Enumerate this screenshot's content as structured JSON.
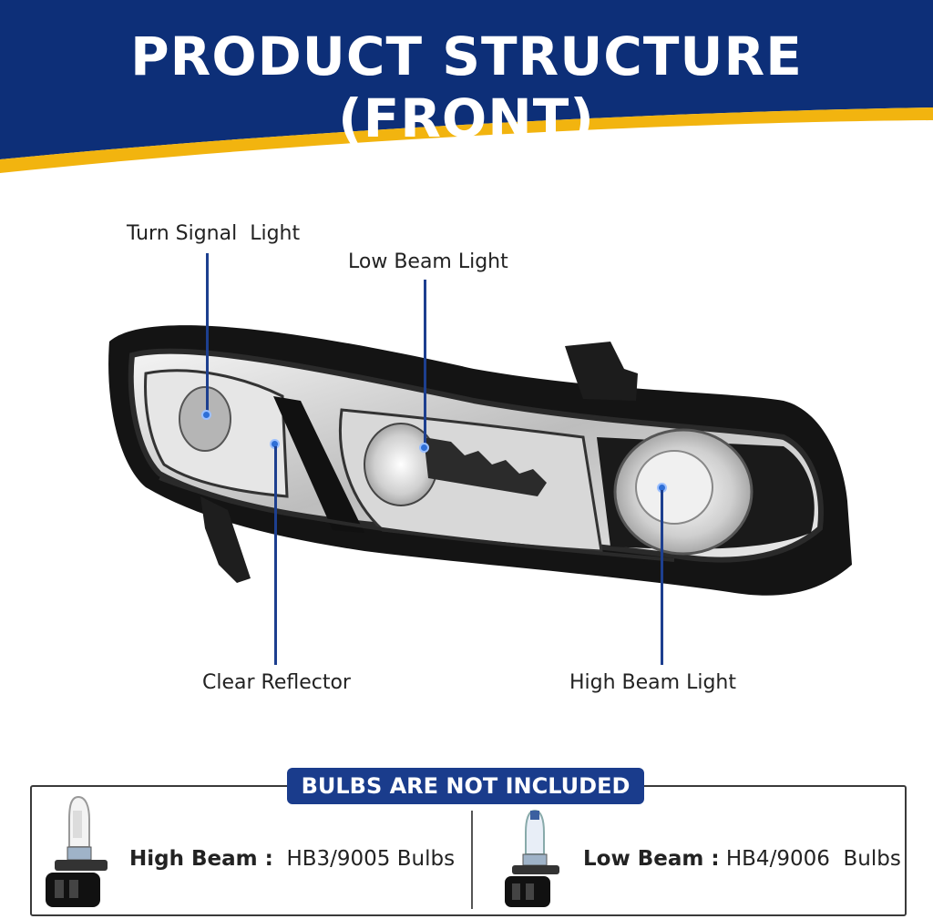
{
  "header": {
    "title": "PRODUCT STRUCTURE (FRONT)",
    "colors": {
      "navy": "#0d2f78",
      "gold": "#f2b40f"
    }
  },
  "callouts": {
    "turn_signal": "Turn Signal  Light",
    "low_beam": "Low Beam Light",
    "clear_reflector": "Clear Reflector",
    "high_beam": "High Beam Light"
  },
  "bulbs": {
    "badge": "BULBS ARE NOT INCLUDED",
    "high_beam_label": "High Beam :",
    "high_beam_value": "HB3/9005 Bulbs",
    "low_beam_label": "Low Beam :",
    "low_beam_value": "HB4/9006  Bulbs"
  }
}
